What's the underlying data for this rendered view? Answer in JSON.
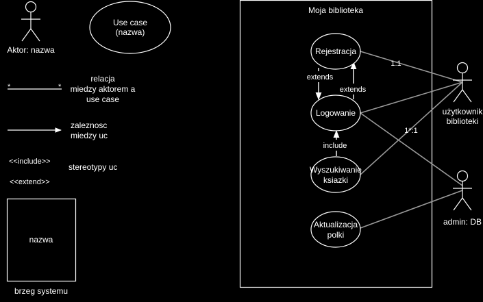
{
  "legend": {
    "actor_label": "Aktor: nazwa",
    "usecase_line1": "Use case",
    "usecase_line2": "(nazwa)",
    "relation_mult_left": "*",
    "relation_mult_right": "*",
    "relation_line1": "relacja",
    "relation_line2": "miedzy aktorem a",
    "relation_line3": "use case",
    "dependency_line1": "zaleznosc",
    "dependency_line2": "miedzy uc",
    "include_tag": "<<include>>",
    "extend_tag": "<<extend>>",
    "stereotypes_label": "stereotypy uc",
    "boundary_name": "nazwa",
    "boundary_label": "brzeg systemu"
  },
  "system": {
    "title": "Moja biblioteka",
    "usecases": {
      "rejestracja": "Rejestracja",
      "logowanie": "Logowanie",
      "wyszukiwanie_l1": "Wyszukiwanie",
      "wyszukiwanie_l2": "ksiazki",
      "aktualizacja_l1": "Aktualizacja",
      "aktualizacja_l2": "polki"
    },
    "edges": {
      "extends_left": "extends",
      "extends_right": "extends",
      "include": "include",
      "mult_11": "1:1",
      "mult_1n1": "1*:1"
    }
  },
  "actors": {
    "user_l1": "użytkownik",
    "user_l2": "biblioteki",
    "admin": "admin: DB"
  },
  "colors": {
    "background": "#000000",
    "stroke": "#ffffff",
    "assoc_line": "#999999"
  }
}
